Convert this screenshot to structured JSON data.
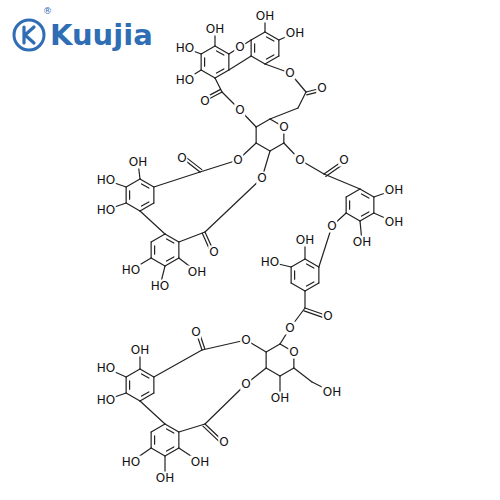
{
  "diagram": {
    "labels": [
      "Kuujia",
      "®",
      "OH",
      "HO",
      "HO",
      "O",
      "OH",
      "OH",
      "O",
      "O",
      "O",
      "O",
      "O",
      "O",
      "O",
      "O",
      "O",
      "O",
      "O",
      "OH",
      "HO",
      "HO",
      "HO",
      "HO",
      "OH",
      "OH",
      "OH",
      "OH",
      "O",
      "HO",
      "O",
      "O",
      "O",
      "OH",
      "OH",
      "O",
      "O",
      "O",
      "O",
      "OH",
      "HO",
      "HO",
      "HO",
      "OH",
      "OH",
      "OH"
    ]
  }
}
